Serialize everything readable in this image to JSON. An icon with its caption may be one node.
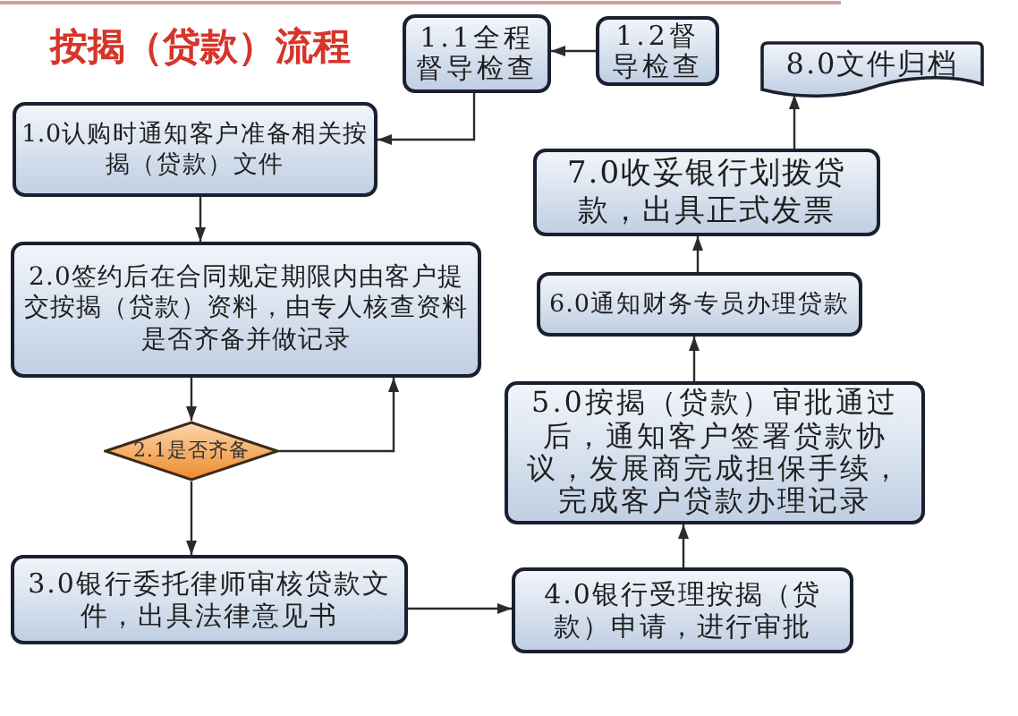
{
  "diagram": {
    "title": "按揭（贷款）流程",
    "nodes": [
      {
        "text": [
          "1.0认购时通知客户准备相关按揭（贷款）文件"
        ]
      },
      {
        "text": [
          "1.1全程督导检查"
        ]
      },
      {
        "text": [
          "1.2督导检查"
        ]
      },
      {
        "text": [
          "2.0签约后在合同规定期限内由客户提交按揭（贷款）资料，由专人核查资料是否齐备并做记录"
        ]
      },
      {
        "text": [
          "2.1是否齐备"
        ]
      },
      {
        "text": [
          "3.0银行委托律师审核贷款文件，出具法律意见书"
        ]
      },
      {
        "text": [
          "4.0银行受理按揭（贷款）申请，进行审批"
        ]
      },
      {
        "text": [
          "5.0按揭（贷款）审批通过后，通知客户签署贷款协议，发展商完成担保手续，完成客户贷款办理记录"
        ]
      },
      {
        "text": [
          "6.0通知财务专员办理贷款"
        ]
      },
      {
        "text": [
          "7.0收妥银行划拨贷款，出具正式发票"
        ]
      },
      {
        "text": [
          "8.0文件归档"
        ]
      }
    ],
    "edges": [
      {
        "from": 2,
        "to": 1,
        "arrow": "to"
      },
      {
        "from": 1,
        "to": 0,
        "arrow": "to"
      },
      {
        "from": 0,
        "to": 3,
        "arrow": "to"
      },
      {
        "from": 3,
        "to": 4,
        "arrow": "to"
      },
      {
        "from": 4,
        "to": 3,
        "arrow": "to"
      },
      {
        "from": 4,
        "to": 5,
        "arrow": "to"
      },
      {
        "from": 5,
        "to": 6,
        "arrow": "to"
      },
      {
        "from": 6,
        "to": 7,
        "arrow": "to"
      },
      {
        "from": 7,
        "to": 8,
        "arrow": "to"
      },
      {
        "from": 8,
        "to": 9,
        "arrow": "to"
      },
      {
        "from": 9,
        "to": 10,
        "arrow": "to"
      }
    ]
  }
}
